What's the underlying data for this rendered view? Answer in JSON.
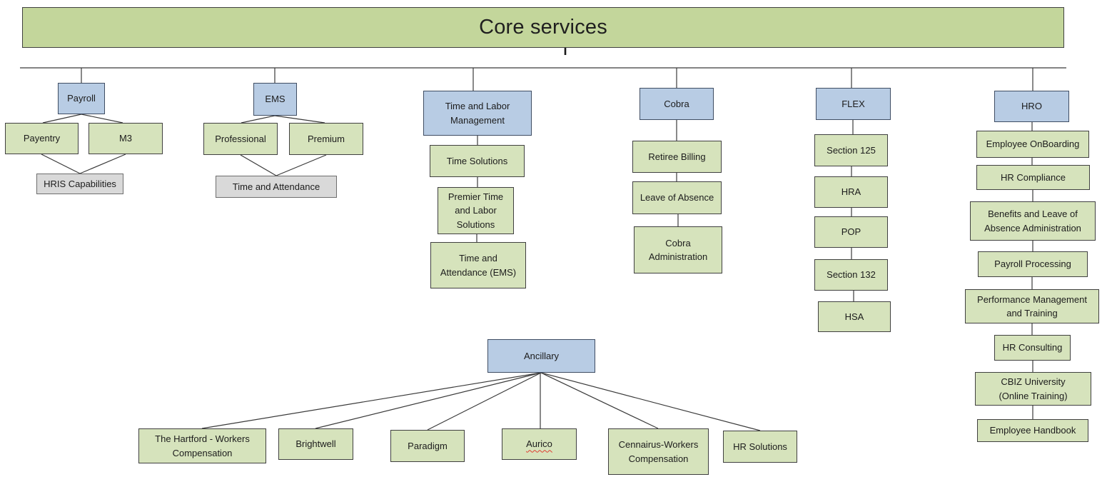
{
  "tree": {
    "root": "Core services",
    "payroll": {
      "label": "Payroll",
      "children": [
        "Payentry",
        "M3"
      ],
      "converged": "HRIS Capabilities"
    },
    "ems": {
      "label": "EMS",
      "children": [
        "Professional",
        "Premium"
      ],
      "converged": "Time and Attendance"
    },
    "tlm": {
      "label": "Time and Labor Management",
      "chain": [
        "Time Solutions",
        "Premier Time and Labor Solutions",
        "Time and Attendance (EMS)"
      ]
    },
    "cobra": {
      "label": "Cobra",
      "chain": [
        "Retiree Billing",
        "Leave of Absence",
        "Cobra Administration"
      ]
    },
    "flex": {
      "label": "FLEX",
      "chain": [
        "Section 125",
        "HRA",
        "POP",
        "Section 132",
        "HSA"
      ]
    },
    "hro": {
      "label": "HRO",
      "chain": [
        "Employee OnBoarding",
        "HR Compliance",
        "Benefits and Leave of Absence Administration",
        "Payroll Processing",
        "Performance Management and Training",
        "HR Consulting",
        "CBIZ University (Online Training)",
        "Employee Handbook"
      ]
    },
    "ancillary": {
      "label": "Ancillary",
      "children": [
        "The Hartford - Workers Compensation",
        "Brightwell",
        "Paradigm",
        "Aurico",
        "Cennairus-Workers Compensation",
        "HR Solutions"
      ]
    }
  },
  "annotations": {
    "spellcheck_flagged": [
      "Aurico"
    ]
  },
  "colors": {
    "root_fill": "#c3d69b",
    "category_fill": "#b8cce4",
    "service_fill": "#d6e3bc",
    "capability_fill": "#d9d9d9",
    "border": "#404040",
    "connector": "#3a3a3a",
    "spellcheck": "#e03c31",
    "text": "#1c1c1c"
  }
}
